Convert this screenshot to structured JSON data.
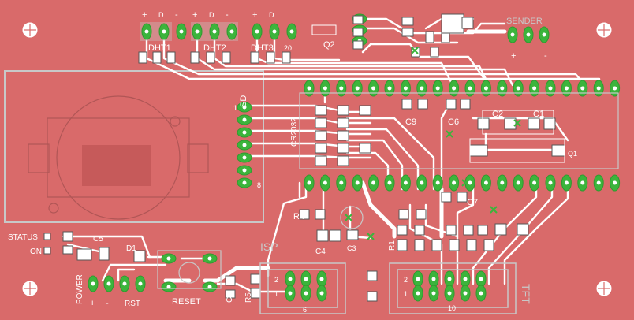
{
  "board": {
    "background": "#d96a6a",
    "trace_color": "#ffffff",
    "silk_color": "#c8c8c8",
    "pad_color": "#3cb43c",
    "drill_color": "#ffffff"
  },
  "labels": {
    "dht1": "DHT1",
    "dht2": "DHT2",
    "dht3": "DHT3",
    "q2": "Q2",
    "sender": "SENDER",
    "sd": "SD",
    "cr2032": "CR2032",
    "r4": "R4",
    "c4": "C4",
    "c3": "C3",
    "c5": "C5",
    "c6": "C6",
    "c7": "C7",
    "c9": "C9",
    "c1": "C1",
    "c2": "C2",
    "q1": "Q1",
    "d1": "D1",
    "r1": "R1",
    "r5": "R5",
    "c8": "C8",
    "isp": "ISP",
    "tft": "TFT",
    "status": "STATUS",
    "on": "ON",
    "power": "POWER",
    "rst": "RST",
    "reset": "RESET",
    "isp_pin2": "2",
    "isp_pin1": "1",
    "isp_pin6": "6",
    "tft_pin2": "2",
    "tft_pin1": "1",
    "tft_pin10": "10",
    "sd_pin1": "1",
    "sd_pin8": "8",
    "dht_pin20": "20",
    "plus": "+",
    "minus": "-",
    "pin_d": "D"
  }
}
